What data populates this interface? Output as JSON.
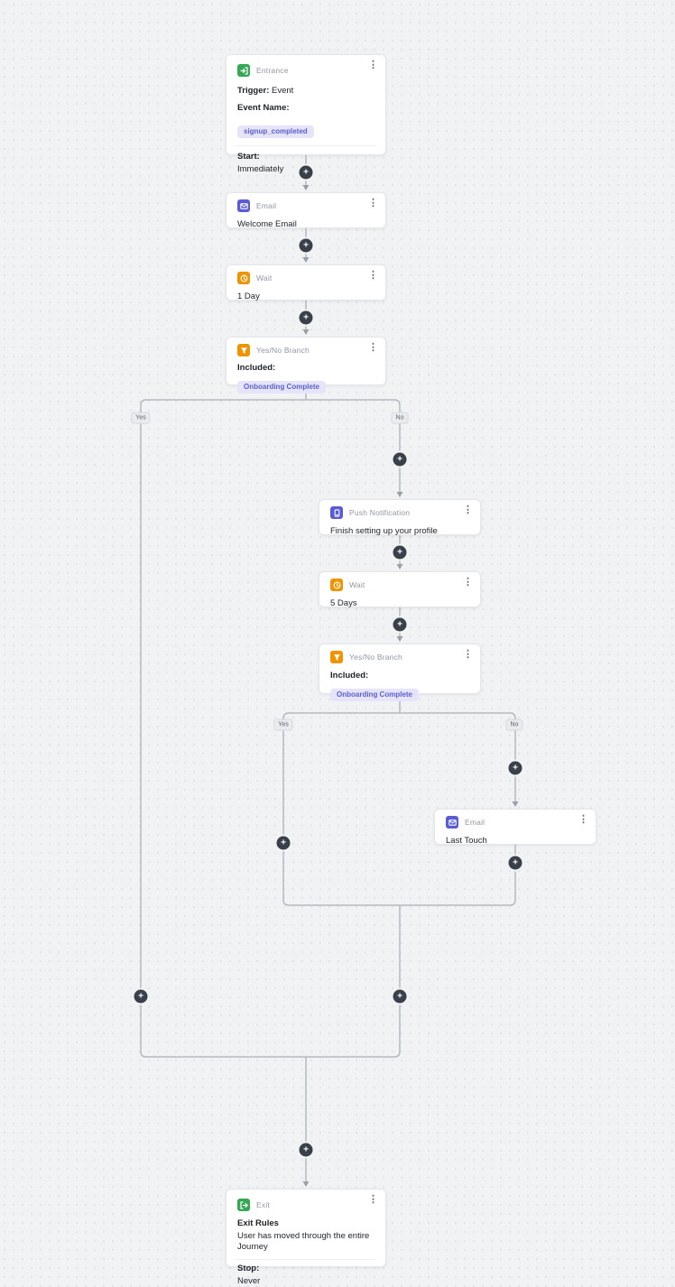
{
  "ui": {
    "kebab_glyph": "⋮",
    "plus_glyph": "+"
  },
  "connector": {
    "yes_label": "Yes",
    "no_label": "No"
  },
  "colors": {
    "canvas_bg": "#f1f2f4",
    "entrance_green": "#34A853",
    "exit_green": "#34A853",
    "email_indigo": "#5B5BD6",
    "push_indigo": "#5B5BD6",
    "wait_orange": "#F09300",
    "branch_orange": "#F09300",
    "tag_pill_bg": "#E6E4FA",
    "tag_pill_text": "#5A5FD0",
    "connector_line": "#b2b9c1",
    "plus_button_bg": "#394049"
  },
  "nodes": {
    "entrance": {
      "title": "Entrance",
      "trigger_label": "Trigger:",
      "trigger_value": "Event",
      "event_name_label": "Event Name:",
      "event_tag": "signup_completed",
      "start_label": "Start:",
      "start_value": "Immediately"
    },
    "email_welcome": {
      "title": "Email",
      "body": "Welcome Email"
    },
    "wait_1day": {
      "title": "Wait",
      "body": "1 Day"
    },
    "branch_1": {
      "title": "Yes/No Branch",
      "included_label": "Included:",
      "tag": "Onboarding Complete"
    },
    "push": {
      "title": "Push Notification",
      "body": "Finish setting up your profile"
    },
    "wait_5days": {
      "title": "Wait",
      "body": "5 Days"
    },
    "branch_2": {
      "title": "Yes/No Branch",
      "included_label": "Included:",
      "tag": "Onboarding Complete"
    },
    "email_last_touch": {
      "title": "Email",
      "body": "Last Touch"
    },
    "exit": {
      "title": "Exit",
      "rules_label": "Exit Rules",
      "rules_value": "User has moved through the entire Journey",
      "stop_label": "Stop:",
      "stop_value": "Never"
    }
  }
}
